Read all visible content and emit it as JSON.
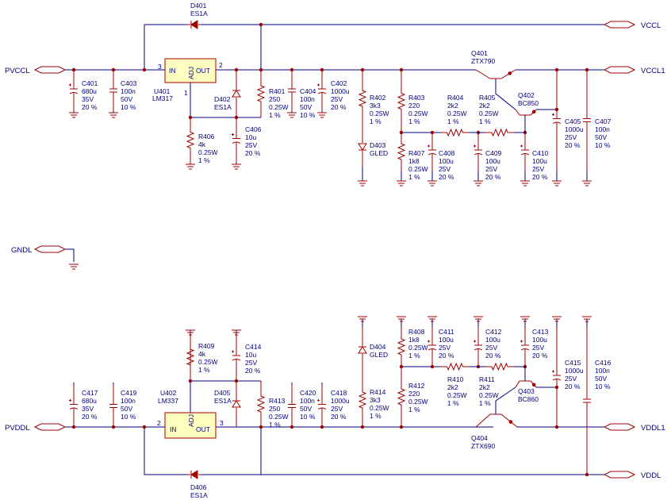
{
  "ports": {
    "pvccl": "PVCCL",
    "vccl": "VCCL",
    "vccl1": "VCCL1",
    "gndl": "GNDL",
    "pvddl": "PVDDL",
    "vddl": "VDDL",
    "vddl1": "VDDL1"
  },
  "ics": {
    "u401": {
      "ref": "U401",
      "part": "LM317",
      "in": "IN",
      "out": "OUT",
      "adj": "ADJ",
      "pin_in": "3",
      "pin_out": "2",
      "pin_adj": "1"
    },
    "u402": {
      "ref": "U402",
      "part": "LM337",
      "in": "IN",
      "out": "OUT",
      "adj": "ADJ",
      "pin_in": "2",
      "pin_out": "3"
    }
  },
  "transistors": {
    "q401": {
      "ref": "Q401",
      "part": "ZTX790"
    },
    "q402": {
      "ref": "Q402",
      "part": "BC850"
    },
    "q403": {
      "ref": "Q403",
      "part": "BC860"
    },
    "q404": {
      "ref": "Q404",
      "part": "ZTX690"
    }
  },
  "diodes": {
    "d401": {
      "ref": "D401",
      "part": "ES1A"
    },
    "d402": {
      "ref": "D402",
      "part": "ES1A"
    },
    "d403": {
      "ref": "D403",
      "part": "GLED"
    },
    "d404": {
      "ref": "D404",
      "part": "GLED"
    },
    "d405": {
      "ref": "D405",
      "part": "ES1A"
    },
    "d406": {
      "ref": "D406",
      "part": "ES1A"
    }
  },
  "resistors": {
    "r401": {
      "ref": "R401",
      "value": "250",
      "power": "0.25W",
      "tol": "1 %"
    },
    "r402": {
      "ref": "R402",
      "value": "3k3",
      "power": "0.25W",
      "tol": "1 %"
    },
    "r403": {
      "ref": "R403",
      "value": "220",
      "power": "0.25W",
      "tol": "1 %"
    },
    "r404": {
      "ref": "R404",
      "value": "2k2",
      "power": "0.25W",
      "tol": "1 %"
    },
    "r405": {
      "ref": "R405",
      "value": "2k2",
      "power": "0.25W",
      "tol": "1 %"
    },
    "r406": {
      "ref": "R406",
      "value": "4k",
      "power": "0.25W",
      "tol": "1 %"
    },
    "r407": {
      "ref": "R407",
      "value": "1k8",
      "power": "0.25W",
      "tol": "1 %"
    },
    "r408": {
      "ref": "R408",
      "value": "1k8",
      "power": "0.25W",
      "tol": "1 %"
    },
    "r409": {
      "ref": "R409",
      "value": "4k",
      "power": "0.25W",
      "tol": "1 %"
    },
    "r410": {
      "ref": "R410",
      "value": "2k2",
      "power": "0.25W",
      "tol": "1 %"
    },
    "r411": {
      "ref": "R411",
      "value": "2k2",
      "power": "0.25W",
      "tol": "1 %"
    },
    "r412": {
      "ref": "R412",
      "value": "220",
      "power": "0.25W",
      "tol": "1 %"
    },
    "r413": {
      "ref": "R413",
      "value": "250",
      "power": "0.25W",
      "tol": "1 %"
    },
    "r414": {
      "ref": "R414",
      "value": "3k3",
      "power": "0.25W",
      "tol": "1 %"
    }
  },
  "capacitors": {
    "c401": {
      "ref": "C401",
      "value": "680u",
      "voltage": "35V",
      "tol": "20 %"
    },
    "c402": {
      "ref": "C402",
      "value": "1000u",
      "voltage": "25V",
      "tol": "20 %"
    },
    "c403": {
      "ref": "C403",
      "value": "100n",
      "voltage": "50V",
      "tol": "10 %"
    },
    "c404": {
      "ref": "C404",
      "value": "100n",
      "voltage": "50V",
      "tol": "10 %"
    },
    "c405": {
      "ref": "C405",
      "value": "1000u",
      "voltage": "25V",
      "tol": "20 %"
    },
    "c406": {
      "ref": "C406",
      "value": "10u",
      "voltage": "25V",
      "tol": "20 %"
    },
    "c407": {
      "ref": "C407",
      "value": "100n",
      "voltage": "50V",
      "tol": "10 %"
    },
    "c408": {
      "ref": "C408",
      "value": "100u",
      "voltage": "25V",
      "tol": "20 %"
    },
    "c409": {
      "ref": "C409",
      "value": "100u",
      "voltage": "25V",
      "tol": "20 %"
    },
    "c410": {
      "ref": "C410",
      "value": "100u",
      "voltage": "25V",
      "tol": "20 %"
    },
    "c411": {
      "ref": "C411",
      "value": "100u",
      "voltage": "25V",
      "tol": "20 %"
    },
    "c412": {
      "ref": "C412",
      "value": "100u",
      "voltage": "25V",
      "tol": "20 %"
    },
    "c413": {
      "ref": "C413",
      "value": "100u",
      "voltage": "25V",
      "tol": "20 %"
    },
    "c414": {
      "ref": "C414",
      "value": "10u",
      "voltage": "25V",
      "tol": "20 %"
    },
    "c415": {
      "ref": "C415",
      "value": "1000u",
      "voltage": "25V",
      "tol": "20 %"
    },
    "c416": {
      "ref": "C416",
      "value": "100n",
      "voltage": "50V",
      "tol": "10 %"
    },
    "c417": {
      "ref": "C417",
      "value": "680u",
      "voltage": "35V",
      "tol": "20 %"
    },
    "c418": {
      "ref": "C418",
      "value": "1000u",
      "voltage": "25V",
      "tol": "20 %"
    },
    "c419": {
      "ref": "C419",
      "value": "100n",
      "voltage": "50V",
      "tol": "10 %"
    },
    "c420": {
      "ref": "C420",
      "value": "100n",
      "voltage": "50V",
      "tol": "10 %"
    }
  },
  "colors": {
    "wire": "#000080",
    "component": "#a00000",
    "ic_fill": "#ffffc0",
    "background": "#ffffff"
  }
}
